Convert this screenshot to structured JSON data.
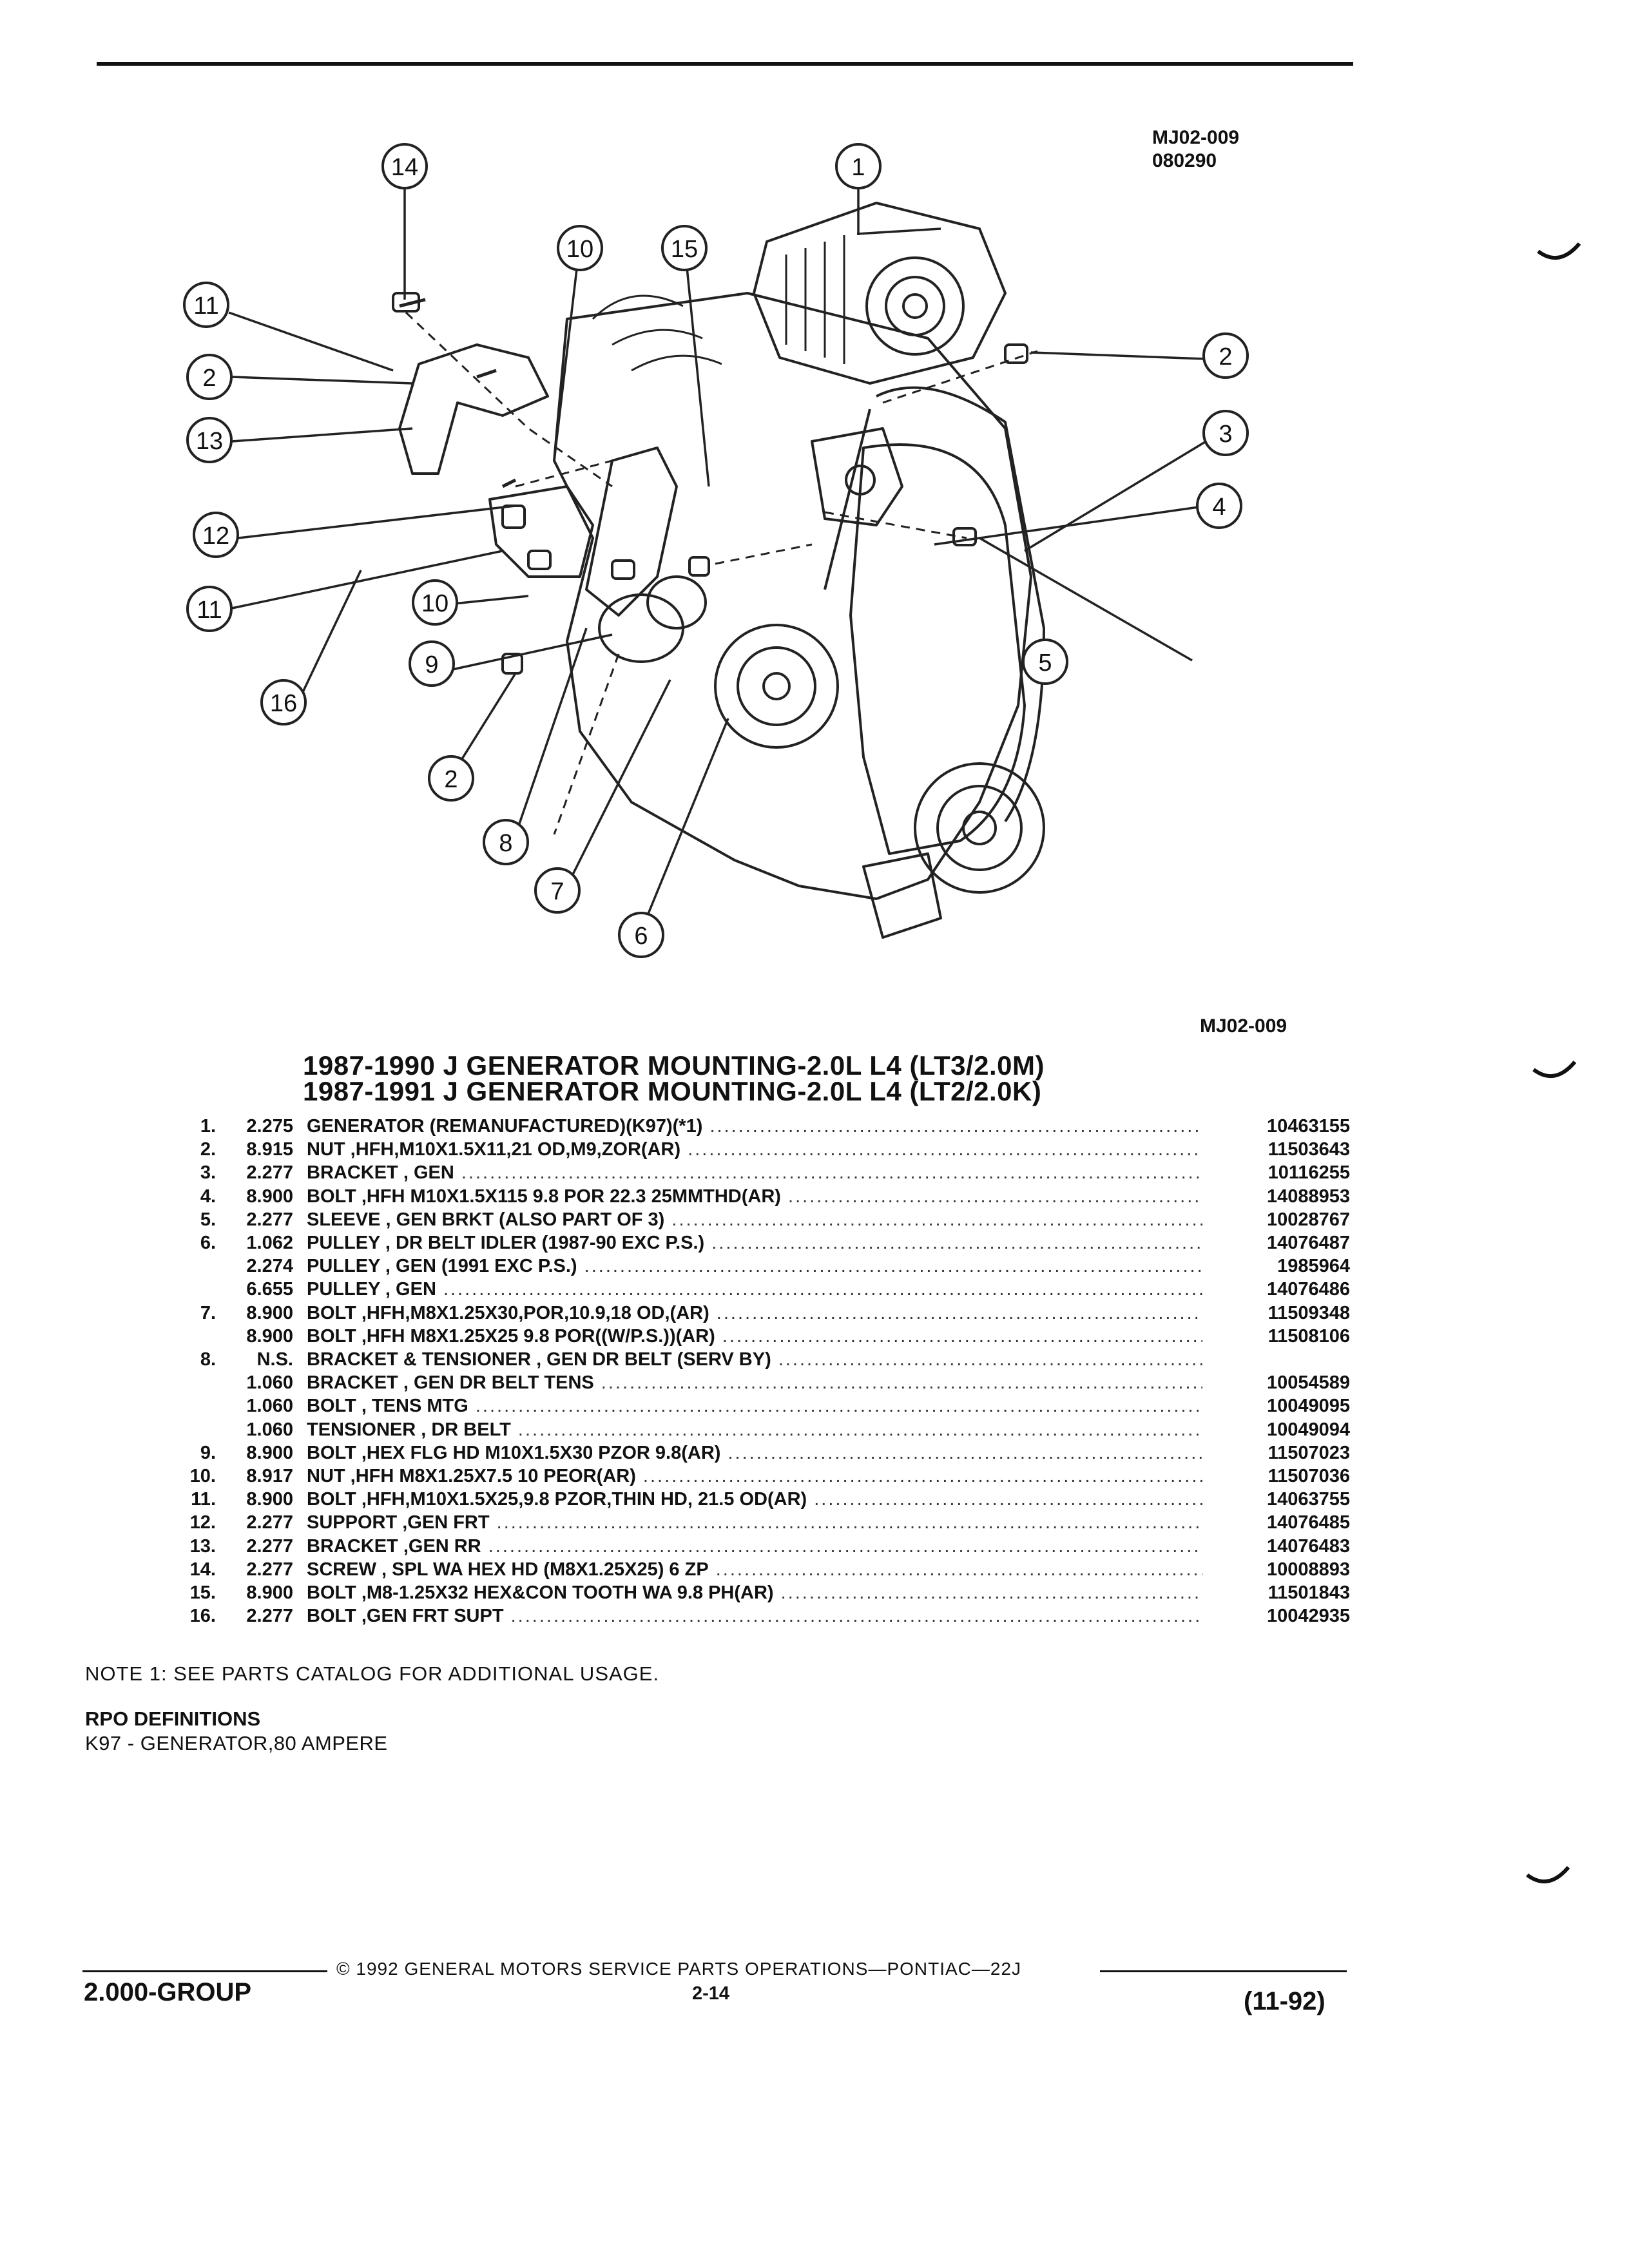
{
  "header": {
    "diagram_id": "MJ02-009",
    "diagram_date": "080290"
  },
  "figure": {
    "label": "MJ02-009",
    "callouts": [
      "1",
      "2",
      "2",
      "2",
      "3",
      "4",
      "5",
      "6",
      "7",
      "8",
      "9",
      "10",
      "10",
      "11",
      "11",
      "12",
      "13",
      "14",
      "15",
      "16"
    ]
  },
  "titles": [
    "1987-1990 J GENERATOR MOUNTING-2.0L L4 (LT3/2.0M)",
    "1987-1991 J GENERATOR MOUNTING-2.0L L4 (LT2/2.0K)"
  ],
  "parts": [
    {
      "item": "1.",
      "code": "2.275",
      "desc": "GENERATOR (REMANUFACTURED)(K97)(*1)",
      "pn": "10463155"
    },
    {
      "item": "2.",
      "code": "8.915",
      "desc": "NUT ,HFH,M10X1.5X11,21 OD,M9,ZOR(AR)",
      "pn": "11503643"
    },
    {
      "item": "3.",
      "code": "2.277",
      "desc": "BRACKET , GEN",
      "pn": "10116255"
    },
    {
      "item": "4.",
      "code": "8.900",
      "desc": "BOLT ,HFH M10X1.5X115 9.8 POR 22.3 25MMTHD(AR)",
      "pn": "14088953"
    },
    {
      "item": "5.",
      "code": "2.277",
      "desc": "SLEEVE , GEN BRKT (ALSO PART OF 3)",
      "pn": "10028767"
    },
    {
      "item": "6.",
      "code": "1.062",
      "desc": "PULLEY , DR BELT IDLER (1987-90 EXC P.S.)",
      "pn": "14076487"
    },
    {
      "item": "",
      "code": "2.274",
      "desc": "PULLEY , GEN (1991 EXC P.S.)",
      "pn": "1985964"
    },
    {
      "item": "",
      "code": "6.655",
      "desc": "PULLEY , GEN",
      "pn": "14076486"
    },
    {
      "item": "7.",
      "code": "8.900",
      "desc": "BOLT ,HFH,M8X1.25X30,POR,10.9,18 OD,(AR)",
      "pn": "11509348"
    },
    {
      "item": "",
      "code": "8.900",
      "desc": "BOLT ,HFH M8X1.25X25 9.8 POR((W/P.S.))(AR)",
      "pn": "11508106"
    },
    {
      "item": "8.",
      "code": "N.S.",
      "desc": "BRACKET & TENSIONER , GEN DR BELT (SERV BY)",
      "pn": ""
    },
    {
      "item": "",
      "code": "1.060",
      "desc": "BRACKET , GEN DR BELT TENS",
      "pn": "10054589"
    },
    {
      "item": "",
      "code": "1.060",
      "desc": "BOLT , TENS MTG",
      "pn": "10049095"
    },
    {
      "item": "",
      "code": "1.060",
      "desc": "TENSIONER , DR BELT",
      "pn": "10049094"
    },
    {
      "item": "9.",
      "code": "8.900",
      "desc": "BOLT ,HEX FLG HD M10X1.5X30 PZOR 9.8(AR)",
      "pn": "11507023"
    },
    {
      "item": "10.",
      "code": "8.917",
      "desc": "NUT ,HFH M8X1.25X7.5 10 PEOR(AR)",
      "pn": "11507036"
    },
    {
      "item": "11.",
      "code": "8.900",
      "desc": "BOLT ,HFH,M10X1.5X25,9.8 PZOR,THIN HD, 21.5 OD(AR)",
      "pn": "14063755"
    },
    {
      "item": "12.",
      "code": "2.277",
      "desc": "SUPPORT ,GEN FRT",
      "pn": "14076485"
    },
    {
      "item": "13.",
      "code": "2.277",
      "desc": "BRACKET ,GEN RR",
      "pn": "14076483"
    },
    {
      "item": "14.",
      "code": "2.277",
      "desc": "SCREW , SPL WA HEX HD (M8X1.25X25) 6 ZP",
      "pn": "10008893"
    },
    {
      "item": "15.",
      "code": "8.900",
      "desc": "BOLT ,M8-1.25X32 HEX&CON TOOTH WA 9.8 PH(AR)",
      "pn": "11501843"
    },
    {
      "item": "16.",
      "code": "2.277",
      "desc": "BOLT ,GEN FRT SUPT",
      "pn": "10042935"
    }
  ],
  "note": "NOTE  1:  SEE PARTS CATALOG FOR ADDITIONAL USAGE.",
  "rpo": {
    "heading": "RPO DEFINITIONS",
    "definition": "K97 - GENERATOR,80 AMPERE"
  },
  "footer": {
    "copyright": "© 1992 GENERAL MOTORS SERVICE PARTS OPERATIONS—PONTIAC—22J",
    "page": "2-14",
    "group": "2.000-GROUP",
    "date": "(11-92)"
  }
}
